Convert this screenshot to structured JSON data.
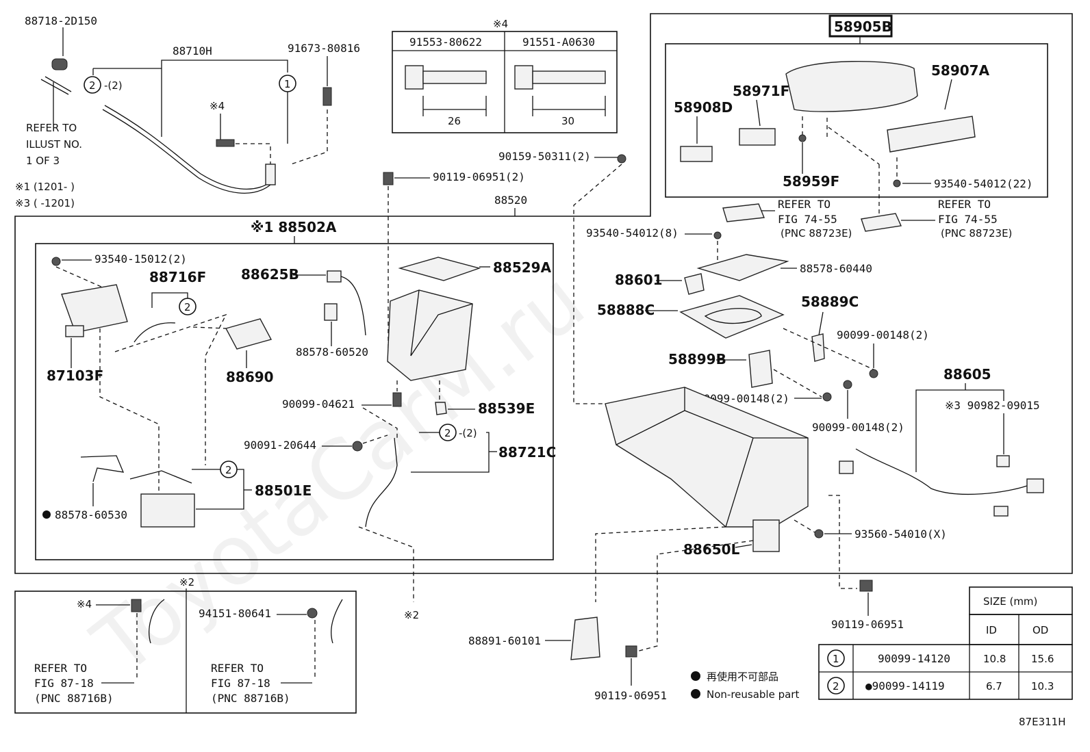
{
  "watermark": "ToyotaCarM.ru",
  "diagram_code": "87E311H",
  "parts": {
    "p88718": "88718-2D150",
    "p88710H": "88710H",
    "p91673": "91673-80816",
    "c2a": "2",
    "c2a_q": "-(2)",
    "c1a": "1",
    "note4a": "※4",
    "refer_a1": "REFER TO",
    "refer_a2": "ILLUST NO.",
    "refer_a3": "1 OF 3",
    "note1": "※1 (1201-      )",
    "note3": "※3 (      -1201)",
    "bolt_title": "※4",
    "bolt1": "91553-80622",
    "bolt2": "91551-A0630",
    "len1": "26",
    "len2": "30",
    "p90159": "90159-50311(2)",
    "p90119a": "90119-06951(2)",
    "p88520": "88520",
    "p58905B": "58905B",
    "p58907A": "58907A",
    "p58971F": "58971F",
    "p58908D": "58908D",
    "p58959F": "58959F",
    "p93540_22": "93540-54012(22)",
    "ref1a": "REFER TO",
    "ref1b": "FIG 74-55",
    "ref1c": "(PNC 88723E)",
    "ref2a": "REFER TO",
    "ref2b": "FIG 74-55",
    "ref2c": "(PNC 88723E)",
    "p88502A": "※1 88502A",
    "p93540_15012": "93540-15012(2)",
    "p88716F": "88716F",
    "p88625B": "88625B",
    "p88529A": "88529A",
    "p87103F": "87103F",
    "p88690": "88690",
    "p88578_60520": "88578-60520",
    "p90099_04621": "90099-04621",
    "p88539E": "88539E",
    "p90091": "90091-20644",
    "c2b": "2",
    "c2b_q": "-(2)",
    "p88721C": "88721C",
    "c2c": "2",
    "p88501E": "88501E",
    "p88578_60530": "88578-60530",
    "c2d": "2",
    "p93540_8": "93540-54012(8)",
    "p88578_60440": "88578-60440",
    "p88601": "88601",
    "p58888C": "58888C",
    "p58889C": "58889C",
    "p90099_148a": "90099-00148(2)",
    "p58899B": "58899B",
    "p90099_148b": "90099-00148(2)",
    "p90099_148c": "90099-00148(2)",
    "p88605": "88605",
    "p90982": "※3 90982-09015",
    "p93560": "93560-54010(X)",
    "p88650L": "88650L",
    "p90119b": "90119-06951",
    "p90119c": "90119-06951",
    "p88891": "88891-60101",
    "note2a": "※2",
    "note2b": "※2",
    "note4b": "※4",
    "p94151": "94151-80641",
    "refL1": "REFER TO",
    "refL2": "FIG 87-18",
    "refL3": "(PNC 88716B)",
    "refR1": "REFER TO",
    "refR2": "FIG 87-18",
    "refR3": "(PNC 88716B)"
  },
  "legend": {
    "jp": "再使用不可部品",
    "en": "Non-reusable part"
  },
  "size_table": {
    "header": "SIZE (mm)",
    "col_id": "ID",
    "col_od": "OD",
    "rows": [
      {
        "no": "1",
        "part": "90099-14120",
        "id": "10.8",
        "od": "15.6"
      },
      {
        "no": "2",
        "part": "●90099-14119",
        "id": "6.7",
        "od": "10.3"
      }
    ]
  }
}
